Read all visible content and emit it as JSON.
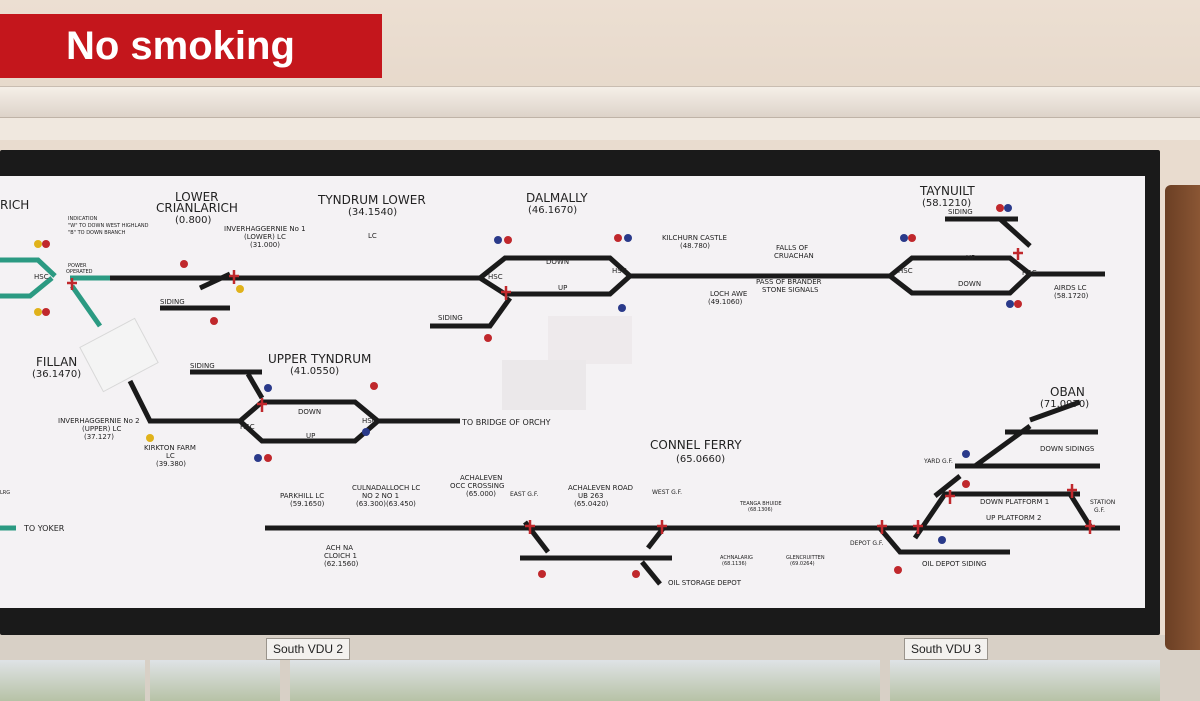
{
  "sign": {
    "text": "No smoking"
  },
  "vdu_labels": {
    "south_vdu_2": "South VDU 2",
    "south_vdu_3": "South VDU 3"
  },
  "stations": {
    "rich": "RICH",
    "lower_crianlarich_1": "LOWER",
    "lower_crianlarich_2": "CRIANLARICH",
    "lower_crianlarich_m": "(0.800)",
    "tyndrum_lower": "TYNDRUM LOWER",
    "tyndrum_lower_m": "(34.1540)",
    "dalmally": "DALMALLY",
    "dalmally_m": "(46.1670)",
    "taynuilt": "TAYNUILT",
    "taynuilt_m": "(58.1210)",
    "fillan": "FILLAN",
    "fillan_m": "(36.1470)",
    "upper_tyndrum": "UPPER TYNDRUM",
    "upper_tyndrum_m": "(41.0550)",
    "oban": "OBAN",
    "oban_m": "(71.0970)",
    "connel_ferry": "CONNEL FERRY",
    "connel_ferry_m": "(65.0660)"
  },
  "labels": {
    "indication_1": "INDICATION",
    "indication_2": "\"W\" TO DOWN WEST HIGHLAND",
    "indication_3": "\"B\" TO DOWN BRANCH",
    "power_operated_1": "POWER",
    "power_operated_2": "OPERATED",
    "inverhaggernie_1": "INVERHAGGERNIE No 1",
    "inverhaggernie_2": "(LOWER) LC",
    "inverhaggernie_3": "(31.000)",
    "lc": "LC",
    "kilchurn": "KILCHURN CASTLE",
    "kilchurn_m": "(48.780)",
    "falls_1": "FALLS OF",
    "falls_2": "CRUACHAN",
    "pass_1": "PASS OF BRANDER",
    "pass_2": "STONE SIGNALS",
    "loch_awe": "LOCH AWE",
    "loch_awe_m": "(49.1060)",
    "airds_1": "AIRDS LC",
    "airds_2": "(58.1720)",
    "hsc": "HSC",
    "siding": "SIDING",
    "down": "DOWN",
    "up": "UP",
    "inverhaggernie2_1": "INVERHAGGERNIE No 2",
    "inverhaggernie2_2": "(UPPER) LC",
    "inverhaggernie2_3": "(37.127)",
    "kirkton_1": "KIRKTON FARM",
    "kirkton_2": "LC",
    "kirkton_3": "(39.380)",
    "to_bridge": "TO BRIDGE OF ORCHY",
    "to_yoker": "TO YOKER",
    "down_sidings": "DOWN SIDINGS",
    "yard_gf": "YARD G.F.",
    "down_platform": "DOWN PLATFORM 1",
    "up_platform": "UP PLATFORM 2",
    "station_gf_1": "STATION",
    "station_gf_2": "G.F.",
    "oil_depot": "OIL DEPOT SIDING",
    "depot_gf": "DEPOT G.F.",
    "oil_storage": "OIL STORAGE DEPOT",
    "parkhill_1": "PARKHILL LC",
    "parkhill_2": "(59.1650)",
    "culnadalloch_1": "CULNADALLOCH LC",
    "culnadalloch_2": "NO 2    NO 1",
    "culnadalloch_3": "(63.300)(63.450)",
    "achaleven_occ_1": "ACHALEVEN",
    "achaleven_occ_2": "OCC CROSSING",
    "achaleven_occ_3": "(65.000)",
    "achaleven_road_1": "ACHALEVEN ROAD",
    "achaleven_road_2": "UB 263",
    "achaleven_road_3": "(65.0420)",
    "ach_na_1": "ACH NA",
    "ach_na_2": "CLOICH 1",
    "ach_na_3": "(62.1560)",
    "east_gf": "EAST G.F.",
    "west_gf": "WEST G.F.",
    "teanga_1": "TEANGA BHUIDE",
    "teanga_2": "(68.1306)",
    "achnalarig_1": "ACHNALARIG",
    "achnalarig_2": "(68.1136)",
    "glencruitten_1": "GLENCRUITTEN",
    "glencruitten_2": "(69.0264)",
    "lrg": "LRG"
  },
  "colors": {
    "track": "#1a1a1a",
    "panel": "#f4f2f4",
    "branch_green": "#2b9a82",
    "signal_red": "#c0282c",
    "signal_yellow": "#e0b21a",
    "signal_blue": "#2a3a8a",
    "sign_red": "#c4161c"
  }
}
